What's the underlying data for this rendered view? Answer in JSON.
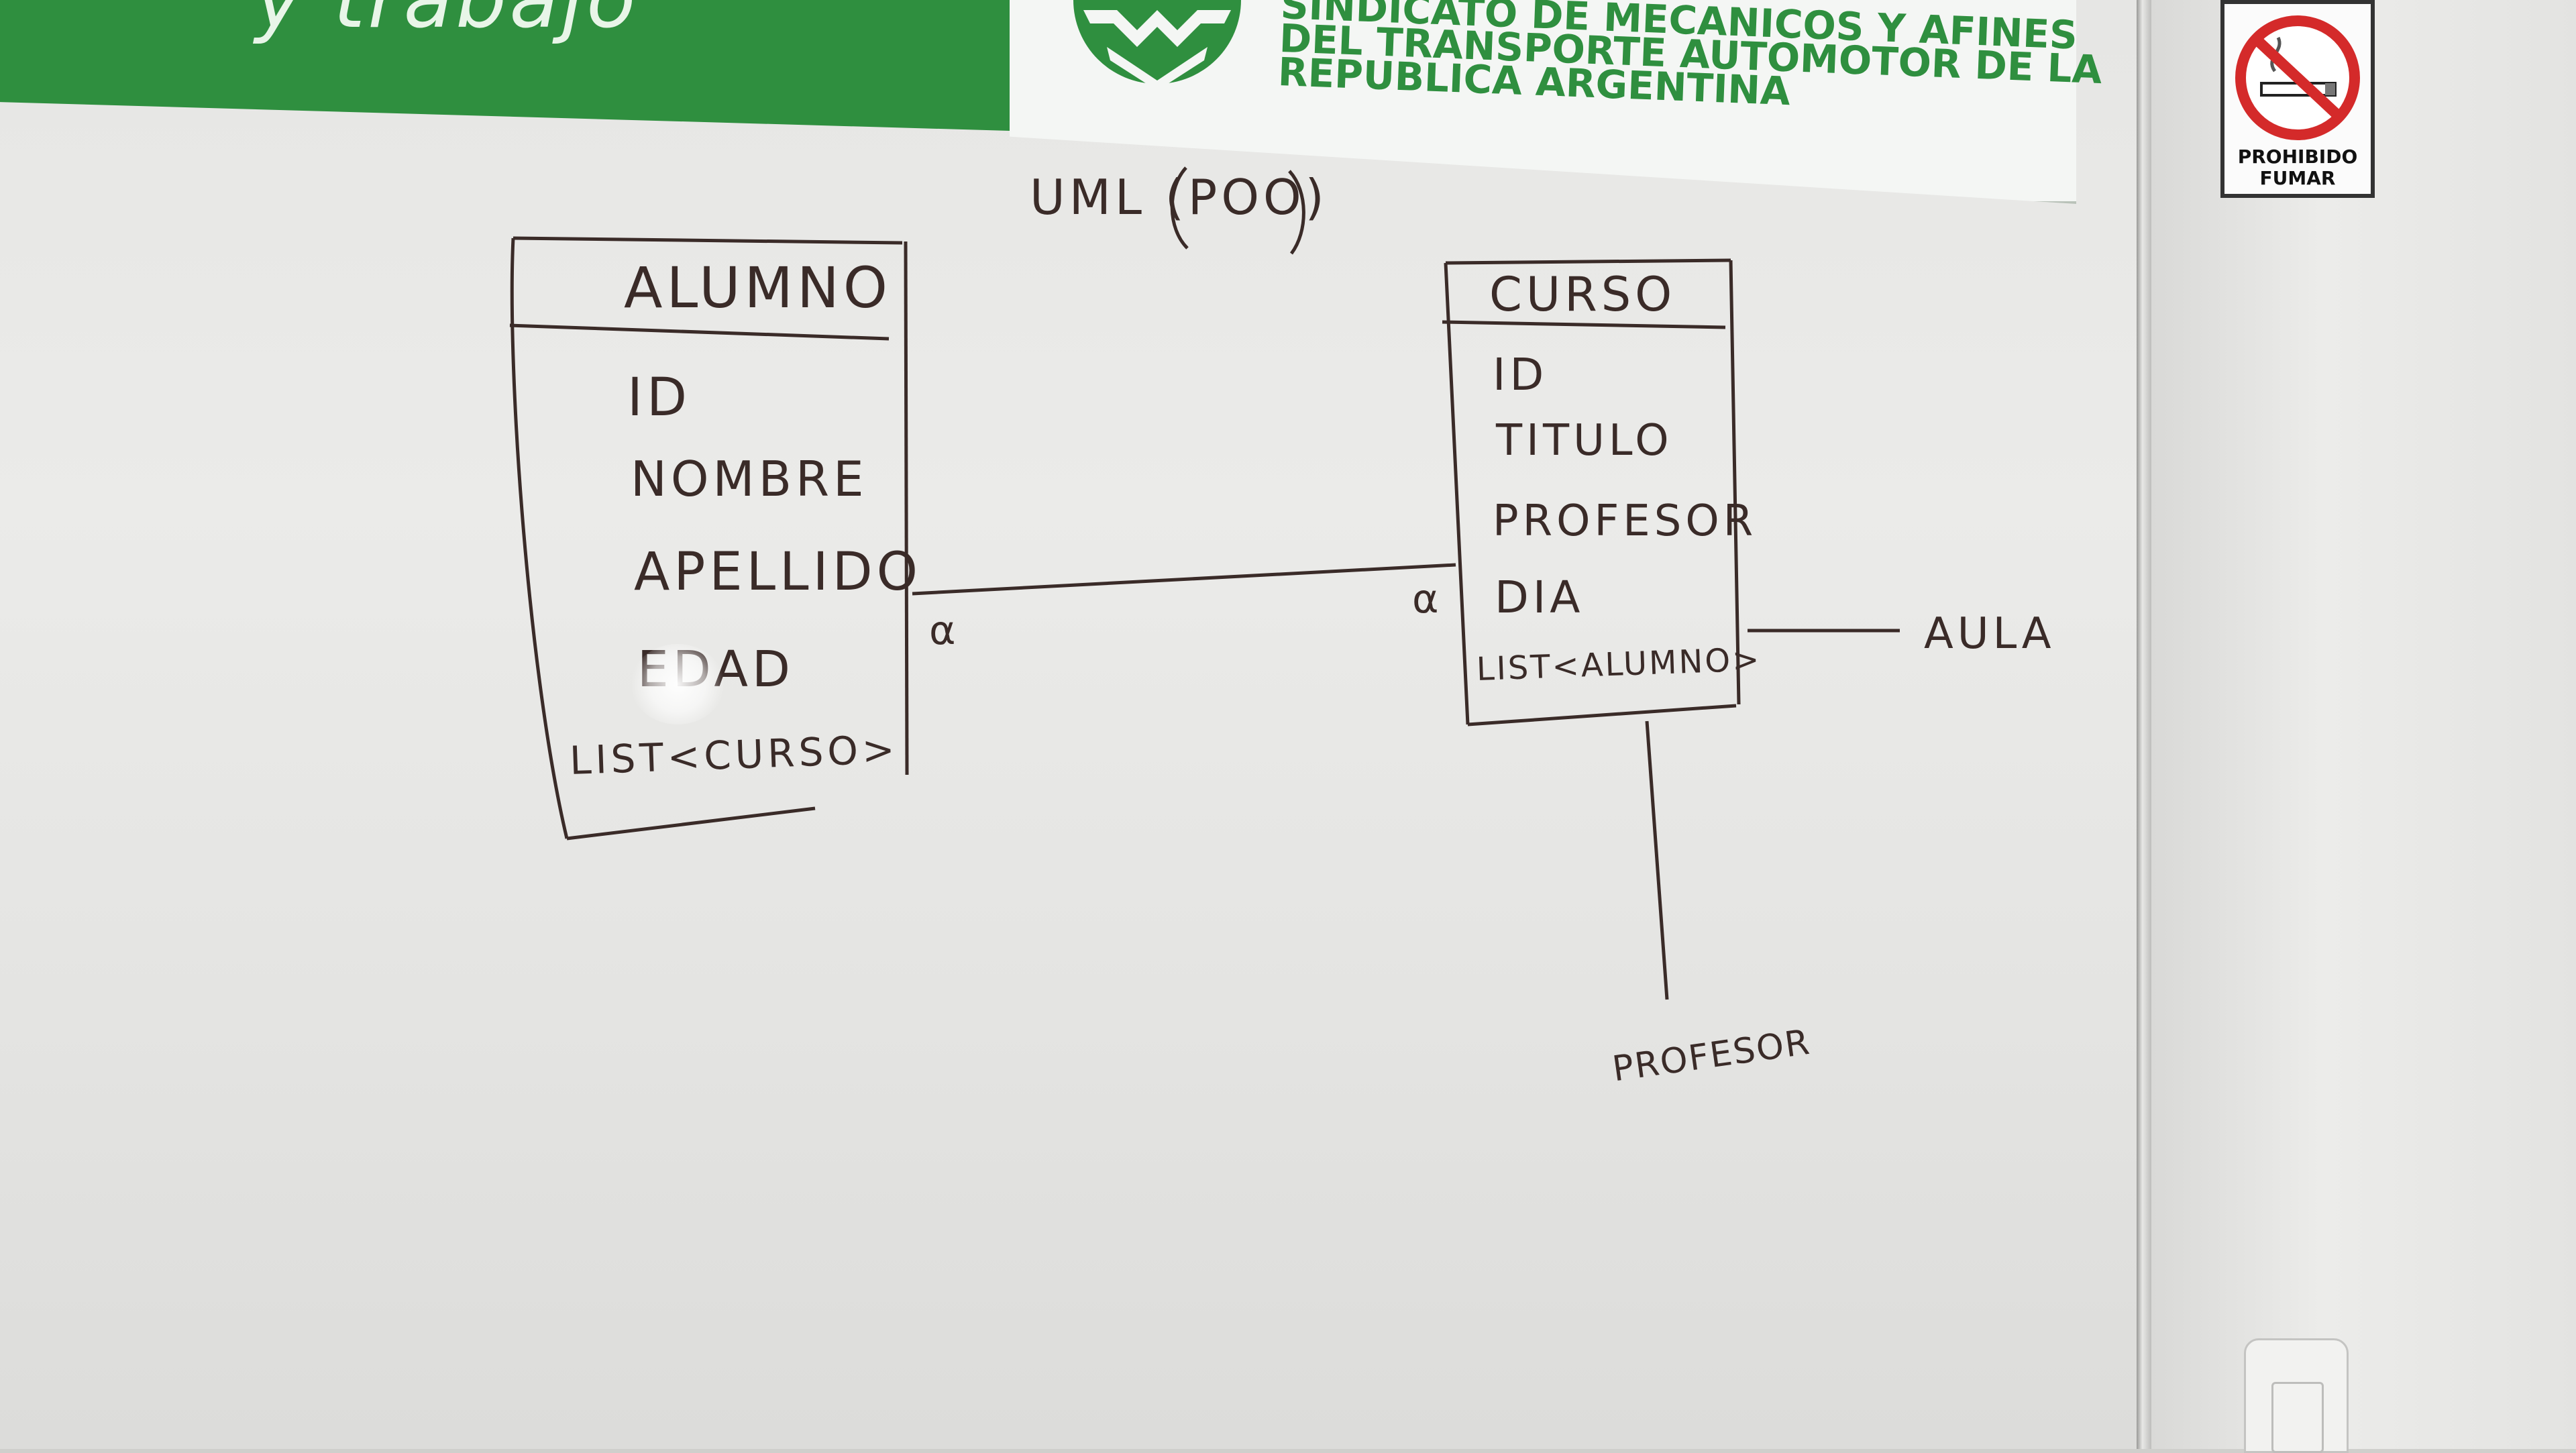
{
  "banner": {
    "slogan": "y trabajo",
    "union_name_lines": [
      "SINDICATO DE MECANICOS Y AFINES",
      "DEL TRANSPORTE AUTOMOTOR DE LA",
      "REPUBLICA ARGENTINA"
    ],
    "brand_color": "#2f8f3f",
    "logo_icon": "smata-logo-icon"
  },
  "sign": {
    "icon": "no-smoking-icon",
    "text_line1": "PROHIBIDO",
    "text_line2": "FUMAR"
  },
  "diagram": {
    "title": "UML (POO)",
    "classes": [
      {
        "name": "ALUMNO",
        "attributes": [
          "ID",
          "NOMBRE",
          "APELLIDO",
          "EDAD",
          "LIST<CURSO>"
        ]
      },
      {
        "name": "CURSO",
        "attributes": [
          "ID",
          "TITULO",
          "PROFESOR",
          "DIA",
          "LIST<ALUMNO>"
        ]
      }
    ],
    "association_left_multiplicity": "α",
    "association_right_multiplicity": "α",
    "related_aula": "AULA",
    "related_profesor": "PROFESOR",
    "ink_color": "#3a2b28"
  }
}
